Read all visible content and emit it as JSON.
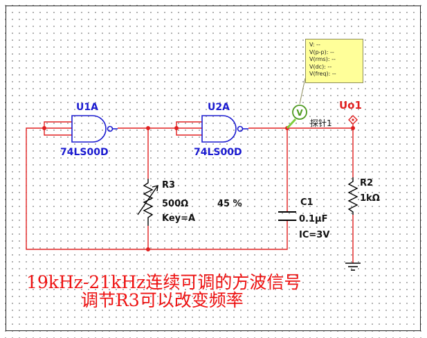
{
  "probe": {
    "readings": [
      "V: --",
      "V(p-p): --",
      "V(rms): --",
      "V(dc): --",
      "V(freq): --"
    ],
    "symbol": "V",
    "name": "探针1"
  },
  "components": {
    "u1": {
      "ref": "U1A",
      "part": "74LS00D"
    },
    "u2": {
      "ref": "U2A",
      "part": "74LS00D"
    },
    "r3": {
      "ref": "R3",
      "value": "500Ω",
      "percent": "45 %",
      "key": "Key=A"
    },
    "c1": {
      "ref": "C1",
      "value": "0.1µF",
      "ic": "IC=3V"
    },
    "r2": {
      "ref": "R2",
      "value": "1kΩ"
    },
    "out": {
      "label": "Uo1"
    }
  },
  "notes": {
    "line1": "19kHz-21kHz连续可调的方波信号",
    "line2": "调节R3可以改变频率"
  },
  "colors": {
    "wire": "#e02020",
    "gate": "#1a1ad0",
    "probe_line": "#7ecf3c"
  }
}
